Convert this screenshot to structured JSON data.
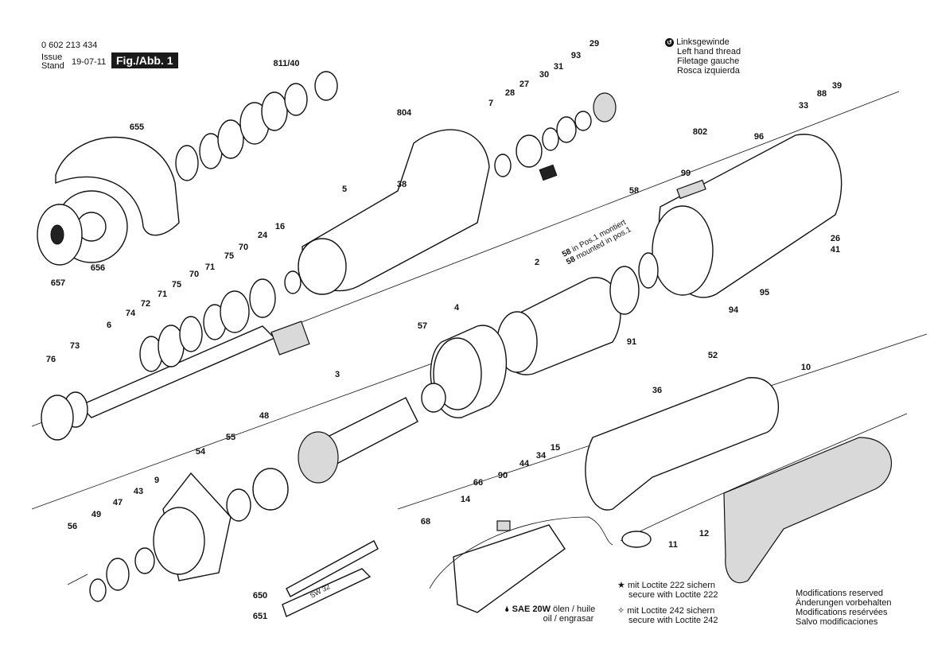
{
  "header": {
    "part_number": "0 602 213 434",
    "issue_label": "Issue",
    "stand_label": "Stand",
    "date": "19-07-11",
    "figure": "Fig./Abb. 1"
  },
  "thread_legend": {
    "lines": [
      "Linksgewinde",
      "Left hand thread",
      "Filetage gauche",
      "Rosca izquierda"
    ]
  },
  "callouts": [
    {
      "id": "c-0602",
      "label": "811/40"
    },
    {
      "id": "c-655",
      "label": "655"
    },
    {
      "id": "c-656",
      "label": "656"
    },
    {
      "id": "c-657",
      "label": "657"
    },
    {
      "id": "c-804",
      "label": "804"
    },
    {
      "id": "c-5",
      "label": "5"
    },
    {
      "id": "c-38",
      "label": "38"
    },
    {
      "id": "c-7",
      "label": "7"
    },
    {
      "id": "c-28",
      "label": "28"
    },
    {
      "id": "c-27",
      "label": "27"
    },
    {
      "id": "c-30",
      "label": "30"
    },
    {
      "id": "c-31",
      "label": "31"
    },
    {
      "id": "c-93",
      "label": "93"
    },
    {
      "id": "c-29",
      "label": "29"
    },
    {
      "id": "c-33",
      "label": "33"
    },
    {
      "id": "c-88",
      "label": "88"
    },
    {
      "id": "c-39",
      "label": "39"
    },
    {
      "id": "c-802",
      "label": "802"
    },
    {
      "id": "c-96",
      "label": "96"
    },
    {
      "id": "c-99",
      "label": "99"
    },
    {
      "id": "c-58",
      "label": "58"
    },
    {
      "id": "c-26",
      "label": "26"
    },
    {
      "id": "c-41",
      "label": "41"
    },
    {
      "id": "c-95",
      "label": "95"
    },
    {
      "id": "c-94",
      "label": "94"
    },
    {
      "id": "c-2",
      "label": "2"
    },
    {
      "id": "c-4",
      "label": "4"
    },
    {
      "id": "c-57",
      "label": "57"
    },
    {
      "id": "c-91",
      "label": "91"
    },
    {
      "id": "c-24",
      "label": "24"
    },
    {
      "id": "c-16",
      "label": "16"
    },
    {
      "id": "c-70a",
      "label": "70"
    },
    {
      "id": "c-75a",
      "label": "75"
    },
    {
      "id": "c-71a",
      "label": "71"
    },
    {
      "id": "c-70b",
      "label": "70"
    },
    {
      "id": "c-75b",
      "label": "75"
    },
    {
      "id": "c-71b",
      "label": "71"
    },
    {
      "id": "c-72",
      "label": "72"
    },
    {
      "id": "c-74",
      "label": "74"
    },
    {
      "id": "c-6",
      "label": "6"
    },
    {
      "id": "c-73",
      "label": "73"
    },
    {
      "id": "c-76",
      "label": "76"
    },
    {
      "id": "c-3",
      "label": "3"
    },
    {
      "id": "c-48",
      "label": "48"
    },
    {
      "id": "c-55",
      "label": "55"
    },
    {
      "id": "c-54",
      "label": "54"
    },
    {
      "id": "c-9",
      "label": "9"
    },
    {
      "id": "c-43",
      "label": "43"
    },
    {
      "id": "c-47",
      "label": "47"
    },
    {
      "id": "c-49",
      "label": "49"
    },
    {
      "id": "c-56",
      "label": "56"
    },
    {
      "id": "c-650",
      "label": "650"
    },
    {
      "id": "c-651",
      "label": "651"
    },
    {
      "id": "c-52",
      "label": "52"
    },
    {
      "id": "c-10",
      "label": "10"
    },
    {
      "id": "c-36",
      "label": "36"
    },
    {
      "id": "c-66",
      "label": "66"
    },
    {
      "id": "c-90",
      "label": "90"
    },
    {
      "id": "c-44",
      "label": "44"
    },
    {
      "id": "c-34",
      "label": "34"
    },
    {
      "id": "c-15",
      "label": "15"
    },
    {
      "id": "c-14",
      "label": "14"
    },
    {
      "id": "c-68",
      "label": "68"
    },
    {
      "id": "c-11",
      "label": "11"
    },
    {
      "id": "c-12",
      "label": "12"
    }
  ],
  "mounting_note": {
    "line1_num": "58",
    "line1_text": "in Pos.1 montiert",
    "line2_num": "58",
    "line2_text": "mounted in pos.1"
  },
  "wrench_label": "SW 32",
  "lubricant_note": {
    "product": "SAE 20W",
    "line1": "ölen / huile",
    "line2": "oil / engrasar"
  },
  "loctite_notes": [
    {
      "line1": "mit Loctite 222 sichern",
      "line2": "secure with Loctite 222"
    },
    {
      "line1": "mit Loctite 242 sichern",
      "line2": "secure with Loctite 242"
    }
  ],
  "modifications": [
    "Modifications reserved",
    "Änderungen vorbehalten",
    "Modifications resérvées",
    "Salvo modificaciones"
  ]
}
